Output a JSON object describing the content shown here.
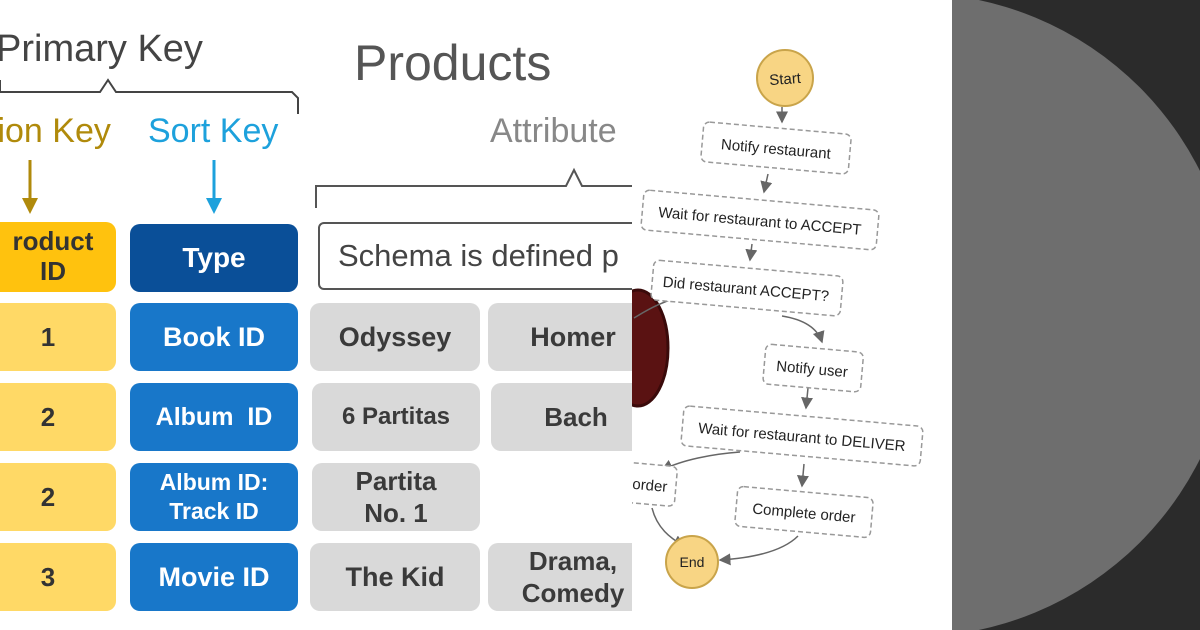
{
  "table": {
    "primary_key_label": "Primary Key",
    "title": "Products",
    "partition_key_label": "tion Key",
    "sort_key_label": "Sort Key",
    "attributes_label": "Attribute",
    "col_partition_header": "roduct ID",
    "col_sort_header": "Type",
    "schema_note": "Schema is defined p",
    "rows": [
      {
        "pk": "1",
        "sk": "Book ID",
        "a1": "Odyssey",
        "a2": "Homer"
      },
      {
        "pk": "2",
        "sk": "Album  ID",
        "a1": "6 Partitas",
        "a2": "Bach"
      },
      {
        "pk": "2",
        "sk": "Album  ID:\nTrack ID",
        "a1": "Partita\nNo. 1",
        "a2": ""
      },
      {
        "pk": "3",
        "sk": "Movie ID",
        "a1": "The Kid",
        "a2": "Drama,\nComedy"
      }
    ]
  },
  "workflow": {
    "nodes": {
      "start": "Start",
      "notify_restaurant": "Notify restaurant",
      "wait_accept": "Wait for restaurant to ACCEPT",
      "did_accept": "Did restaurant ACCEPT?",
      "notify_user": "Notify user",
      "wait_deliver": "Wait for restaurant to DELIVER",
      "cancel_order": "order",
      "complete_order": "Complete order",
      "end": "End"
    }
  },
  "colors": {
    "partition_yellow": "#ffd966",
    "partition_header": "#ffc20e",
    "sort_blue": "#1877c9",
    "sort_header": "#0a4f98",
    "attribute_gray": "#d9d9d9",
    "partition_key_text": "#b08a0b",
    "sort_key_text": "#1da1dc",
    "start_end_fill": "#f8d584"
  }
}
